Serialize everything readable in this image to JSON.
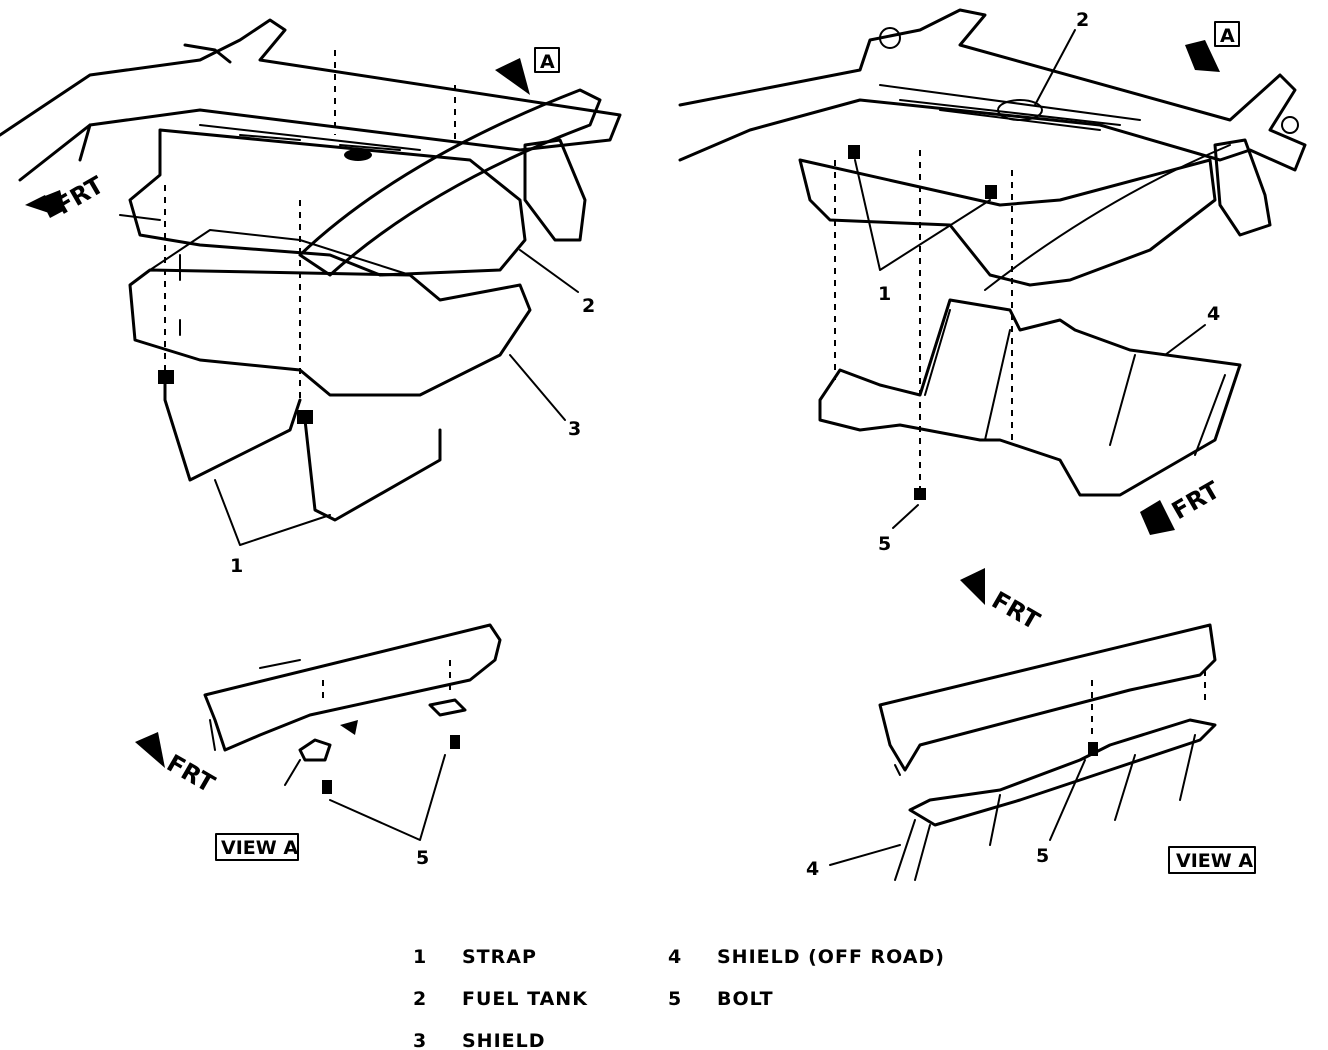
{
  "callouts": {
    "c1": "1",
    "c2": "2",
    "c3": "3",
    "c4": "4",
    "c5": "5"
  },
  "view_marker": "A",
  "front_label": "FRT",
  "view_label": "VIEW A",
  "legend": [
    {
      "num": "1",
      "label": "STRAP"
    },
    {
      "num": "2",
      "label": "FUEL TANK"
    },
    {
      "num": "3",
      "label": "SHIELD"
    },
    {
      "num": "4",
      "label": "SHIELD (OFF ROAD)"
    },
    {
      "num": "5",
      "label": "BOLT"
    }
  ]
}
